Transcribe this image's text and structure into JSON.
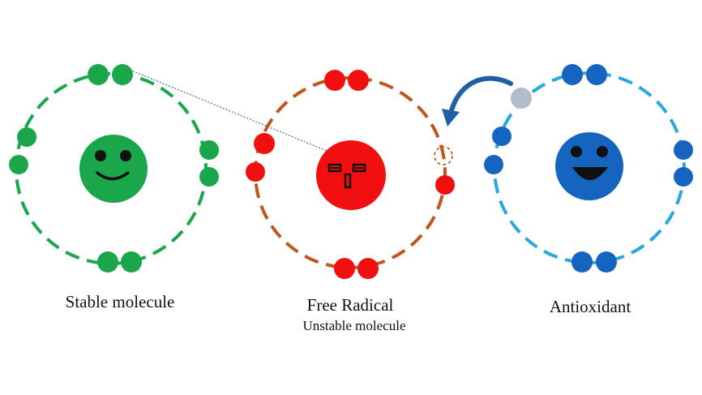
{
  "labels": {
    "stable": "Stable molecule",
    "radical": "Free Radical",
    "radical_sub": "Unstable molecule",
    "antioxidant": "Antioxidant"
  },
  "molecules": [
    {
      "id": "stable",
      "face": "smile",
      "color": "#1aa64b",
      "ring_color": "#1aa64b",
      "electrons": 8
    },
    {
      "id": "radical",
      "face": "stressed",
      "color": "#f20f0f",
      "ring_color": "#c0571a",
      "electrons": 7,
      "missing_electron": true
    },
    {
      "id": "antioxidant",
      "face": "happy",
      "color": "#1565c0",
      "ring_color": "#2aa6e0",
      "electrons": 8,
      "donating_electron": true
    }
  ],
  "colors": {
    "donated_electron": "#b3bccb",
    "arrow": "#1f5fa6",
    "dotted_link": "#4a6e96"
  }
}
